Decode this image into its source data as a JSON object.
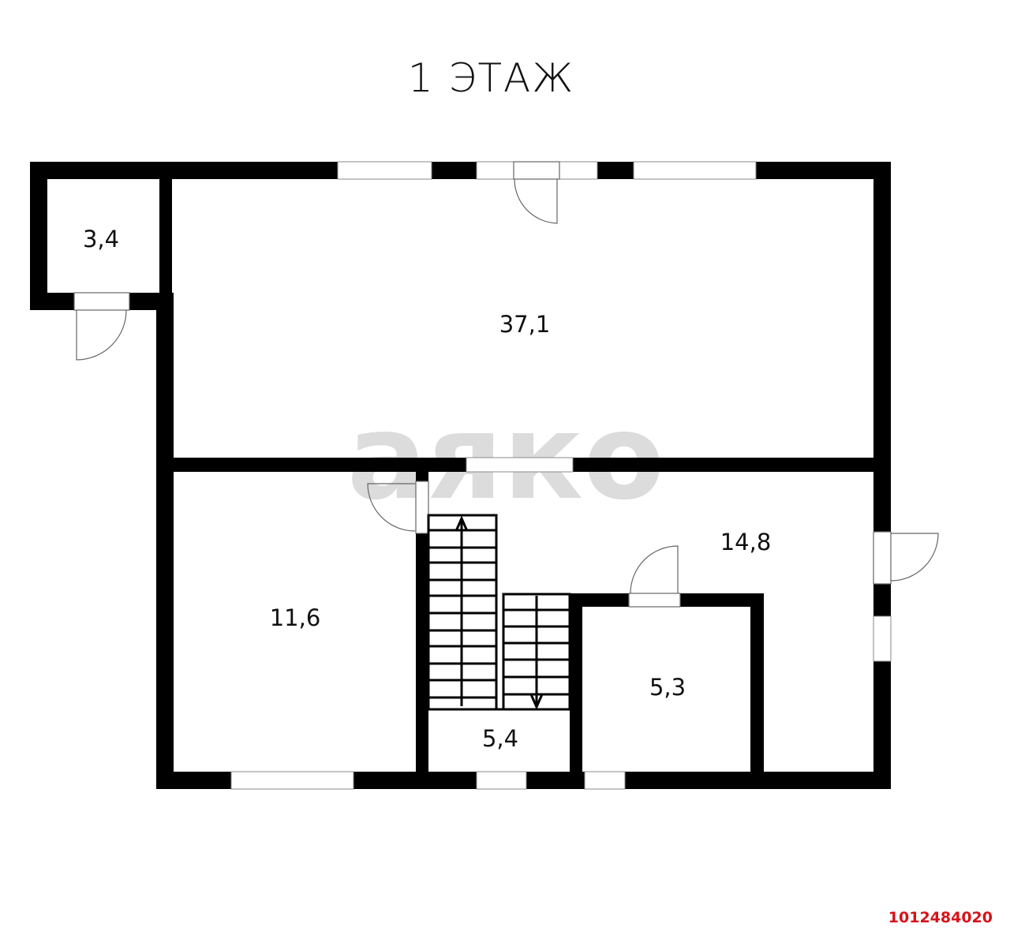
{
  "title": "1 ЭТАЖ",
  "watermark": "аяко",
  "listing_id": "1012484020",
  "colors": {
    "wall": "#000000",
    "watermark": "#dcdcdc",
    "listing_id": "#d7131a"
  },
  "rooms": [
    {
      "id": "vestibule",
      "area": "3,4"
    },
    {
      "id": "main-hall",
      "area": "37,1"
    },
    {
      "id": "left-room",
      "area": "11,6"
    },
    {
      "id": "hallway",
      "area": "14,8"
    },
    {
      "id": "stair-area",
      "area": "5,4"
    },
    {
      "id": "bathroom",
      "area": "5,3"
    }
  ]
}
